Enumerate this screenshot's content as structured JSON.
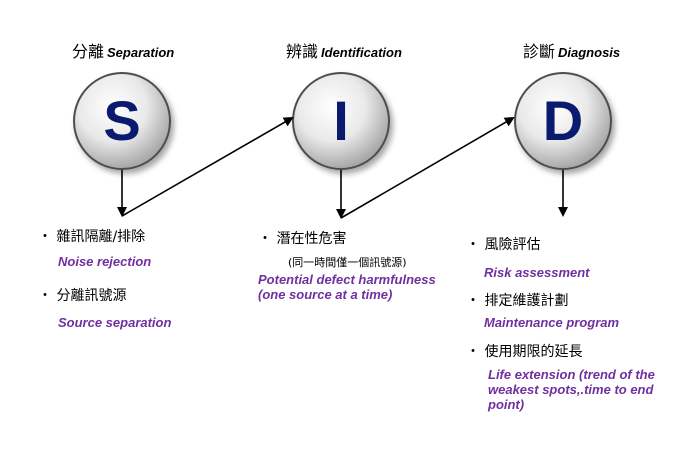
{
  "headings": {
    "s": {
      "zh": "分離",
      "en": "Separation"
    },
    "i": {
      "zh": "辨識",
      "en": "Identification"
    },
    "d": {
      "zh": "診斷",
      "en": "Diagnosis"
    }
  },
  "circles": {
    "s": {
      "letter": "S"
    },
    "i": {
      "letter": "I"
    },
    "d": {
      "letter": "D"
    }
  },
  "col_s": {
    "item1_zh": "・ 雜訊隔離/排除",
    "item1_en": "Noise rejection",
    "item2_zh": "・ 分離訊號源",
    "item2_en": "Source separation"
  },
  "col_i": {
    "item1_zh": "・ 潛在性危害",
    "item1_sub": "(同一時間僅一個訊號源)",
    "item1_en": "Potential defect harmfulness (one source at a time)"
  },
  "col_d": {
    "item1_zh": "・ 風險評估",
    "item1_en": "Risk assessment",
    "item2_zh": "・ 排定維護計劃",
    "item2_en": "Maintenance program",
    "item3_zh": "・ 使用期限的延長",
    "item3_en": "Life extension (trend of the weakest spots,.time to  end point)"
  },
  "colors": {
    "letter": "#0a1a6e",
    "english_text": "#7030a0",
    "arrow": "#000000"
  }
}
